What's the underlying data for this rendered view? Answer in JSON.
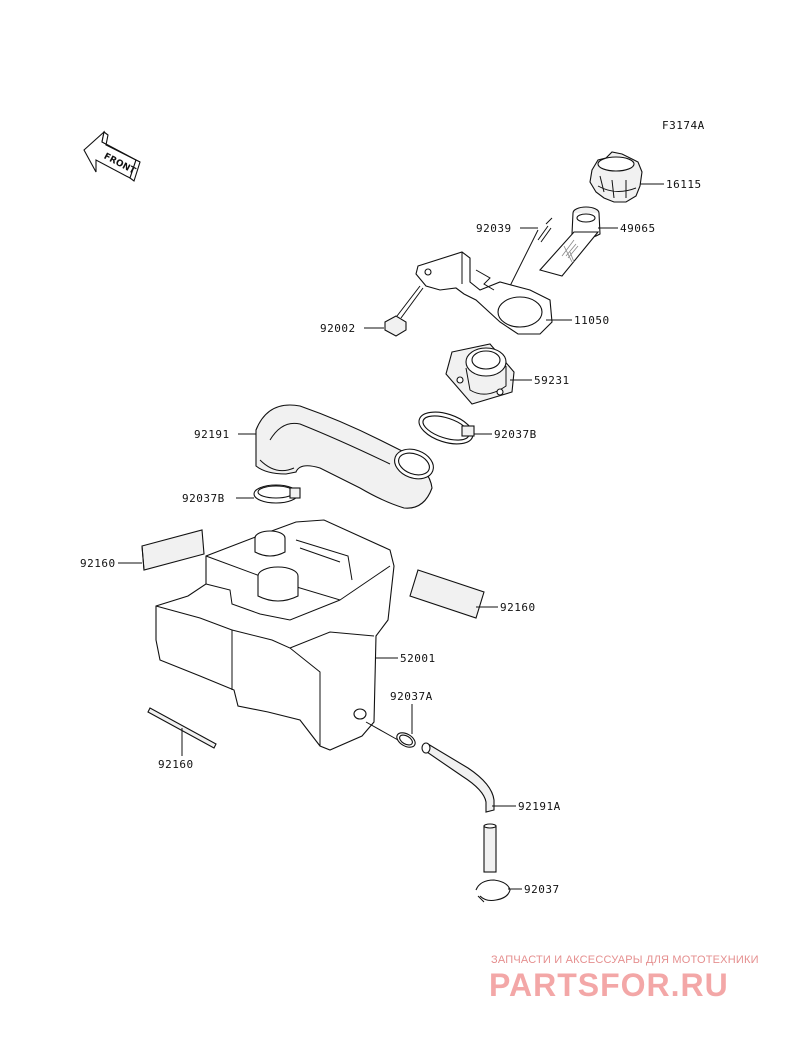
{
  "diagram": {
    "code": "F3174A",
    "front_label": "FRONT",
    "parts": [
      {
        "id": "16115"
      },
      {
        "id": "92039"
      },
      {
        "id": "49065"
      },
      {
        "id": "11050"
      },
      {
        "id": "92002"
      },
      {
        "id": "59231"
      },
      {
        "id": "92191"
      },
      {
        "id": "92037B"
      },
      {
        "id": "92037B"
      },
      {
        "id": "92160"
      },
      {
        "id": "92160"
      },
      {
        "id": "52001"
      },
      {
        "id": "92037A"
      },
      {
        "id": "92160"
      },
      {
        "id": "92191A"
      },
      {
        "id": "92037"
      }
    ]
  },
  "watermark": {
    "tagline": "ЗАПЧАСТИ И АКСЕССУАРЫ ДЛЯ МОТОТЕХНИКИ",
    "logo": "PARTSFOR.RU",
    "color": "#f3a7a7"
  }
}
